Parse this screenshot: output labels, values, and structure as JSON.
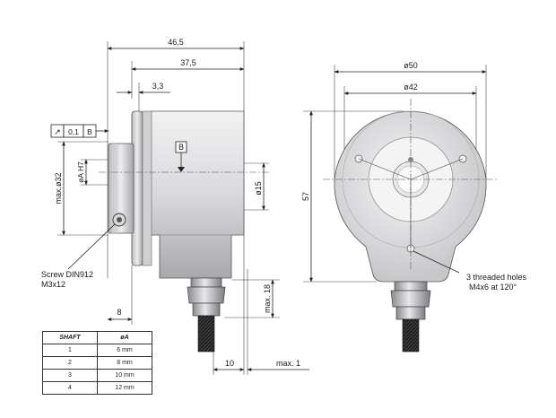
{
  "dimensions": {
    "overall_length": "46,5",
    "body_length": "37,5",
    "flange_thickness": "3,3",
    "flange_diameter": "max.ø32",
    "bore_fit": "øA H7",
    "shaft_diameter": "ø15",
    "outer_diameter": "ø50",
    "bolt_circle": "ø42",
    "height": "57",
    "gland_length": "max. 18",
    "screw_offset": "8",
    "gland_offset": "10",
    "cable_max": "max. 1"
  },
  "tolerance": {
    "symbol": "↗",
    "value": "0,1",
    "datum": "B"
  },
  "datum_label": "B",
  "callouts": {
    "screw_line1": "Screw DIN912",
    "screw_line2": "M3x12",
    "holes_line1": "3 threaded holes",
    "holes_line2": "M4x6 at 120°"
  },
  "shaft_table": {
    "headers": [
      "SHAFT",
      "øA"
    ],
    "rows": [
      [
        "1",
        "6 mm"
      ],
      [
        "2",
        "8 mm"
      ],
      [
        "3",
        "10 mm"
      ],
      [
        "4",
        "12 mm"
      ]
    ]
  },
  "colors": {
    "body_light": "#e4e4e6",
    "body_shade": "#b8b8bc",
    "metal_dark": "#7a7a7e",
    "cable": "#2a2a2a"
  }
}
